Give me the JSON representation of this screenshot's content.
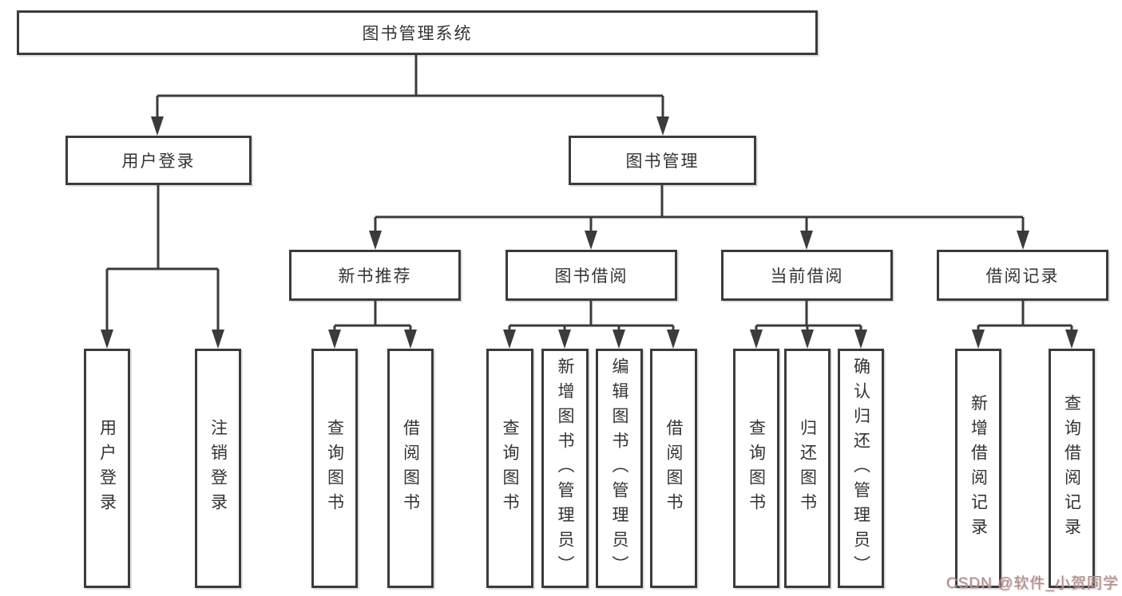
{
  "title": "图书管理系统",
  "tree": {
    "root": {
      "label": "图书管理系统",
      "children": [
        {
          "label": "用户登录",
          "children": [
            {
              "label": "用户登录"
            },
            {
              "label": "注销登录"
            }
          ]
        },
        {
          "label": "图书管理",
          "children": [
            {
              "label": "新书推荐",
              "children": [
                {
                  "label": "查询图书"
                },
                {
                  "label": "借阅图书"
                }
              ]
            },
            {
              "label": "图书借阅",
              "children": [
                {
                  "label": "查询图书"
                },
                {
                  "label": "新增图书（管理员）"
                },
                {
                  "label": "编辑图书（管理员）"
                },
                {
                  "label": "借阅图书"
                }
              ]
            },
            {
              "label": "当前借阅",
              "children": [
                {
                  "label": "查询图书"
                },
                {
                  "label": "归还图书"
                },
                {
                  "label": "确认归还（管理员）"
                }
              ]
            },
            {
              "label": "借阅记录",
              "children": [
                {
                  "label": "新增借阅记录"
                },
                {
                  "label": "查询借阅记录"
                }
              ]
            }
          ]
        }
      ]
    }
  },
  "watermark": {
    "text": "CSDN @软件_小贺同学"
  },
  "colors": {
    "line": "#3b3b3b",
    "box_border": "#3b3b3b",
    "text": "#333333",
    "background": "#ffffff",
    "watermark_text": "#979797",
    "watermark_glow": "#f49a9a"
  }
}
